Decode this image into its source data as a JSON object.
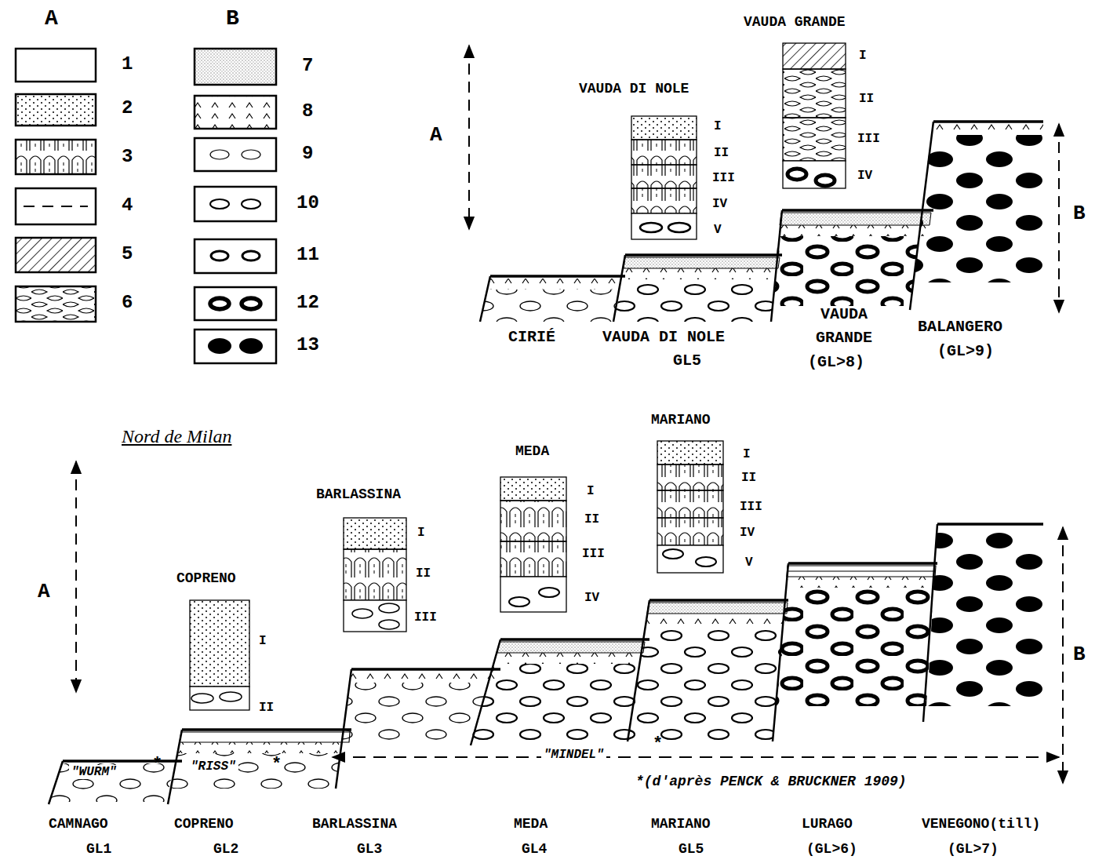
{
  "diagram": {
    "labels": [
      "VAUDA GRANDE",
      "I",
      "II",
      "III",
      "IV",
      "VAUDA DI NOLE",
      "I",
      "II",
      "III",
      "IV",
      "V",
      "A",
      "B",
      "CIRIÉ",
      "VAUDA DI NOLE",
      "GL5",
      "VAUDA GRANDE",
      "(GL>8)",
      "BALANGERO",
      "(GL>9)",
      "Nord de Milan",
      "A",
      "COPRENO",
      "I",
      "II",
      "BARLASSINA",
      "I",
      "II",
      "III",
      "MEDA",
      "I",
      "II",
      "III",
      "IV",
      "MARIANO",
      "I",
      "II",
      "III",
      "IV",
      "V",
      "B",
      "\"WURM\"",
      "*",
      "\"RISS\"",
      "*",
      "\"MINDEL\"",
      "*",
      "*(d'après PENCK & BRUCKNER 1909)",
      "CAMNAGO",
      "GL1",
      "COPRENO",
      "GL2",
      "BARLASSINA",
      "GL3",
      "MEDA",
      "GL4",
      "MARIANO",
      "GL5",
      "LURAGO",
      "(GL>6)",
      "VENEGONO(till)",
      "(GL>7)",
      "A",
      "B"
    ],
    "legend": [
      {
        "text": "1"
      },
      {
        "text": "2"
      },
      {
        "text": "3"
      },
      {
        "text": "4"
      },
      {
        "text": "5"
      },
      {
        "text": "6"
      },
      {
        "text": "7"
      },
      {
        "text": "8"
      },
      {
        "text": "9"
      },
      {
        "text": "10"
      },
      {
        "text": "11"
      },
      {
        "text": "12"
      },
      {
        "text": "13"
      }
    ]
  }
}
